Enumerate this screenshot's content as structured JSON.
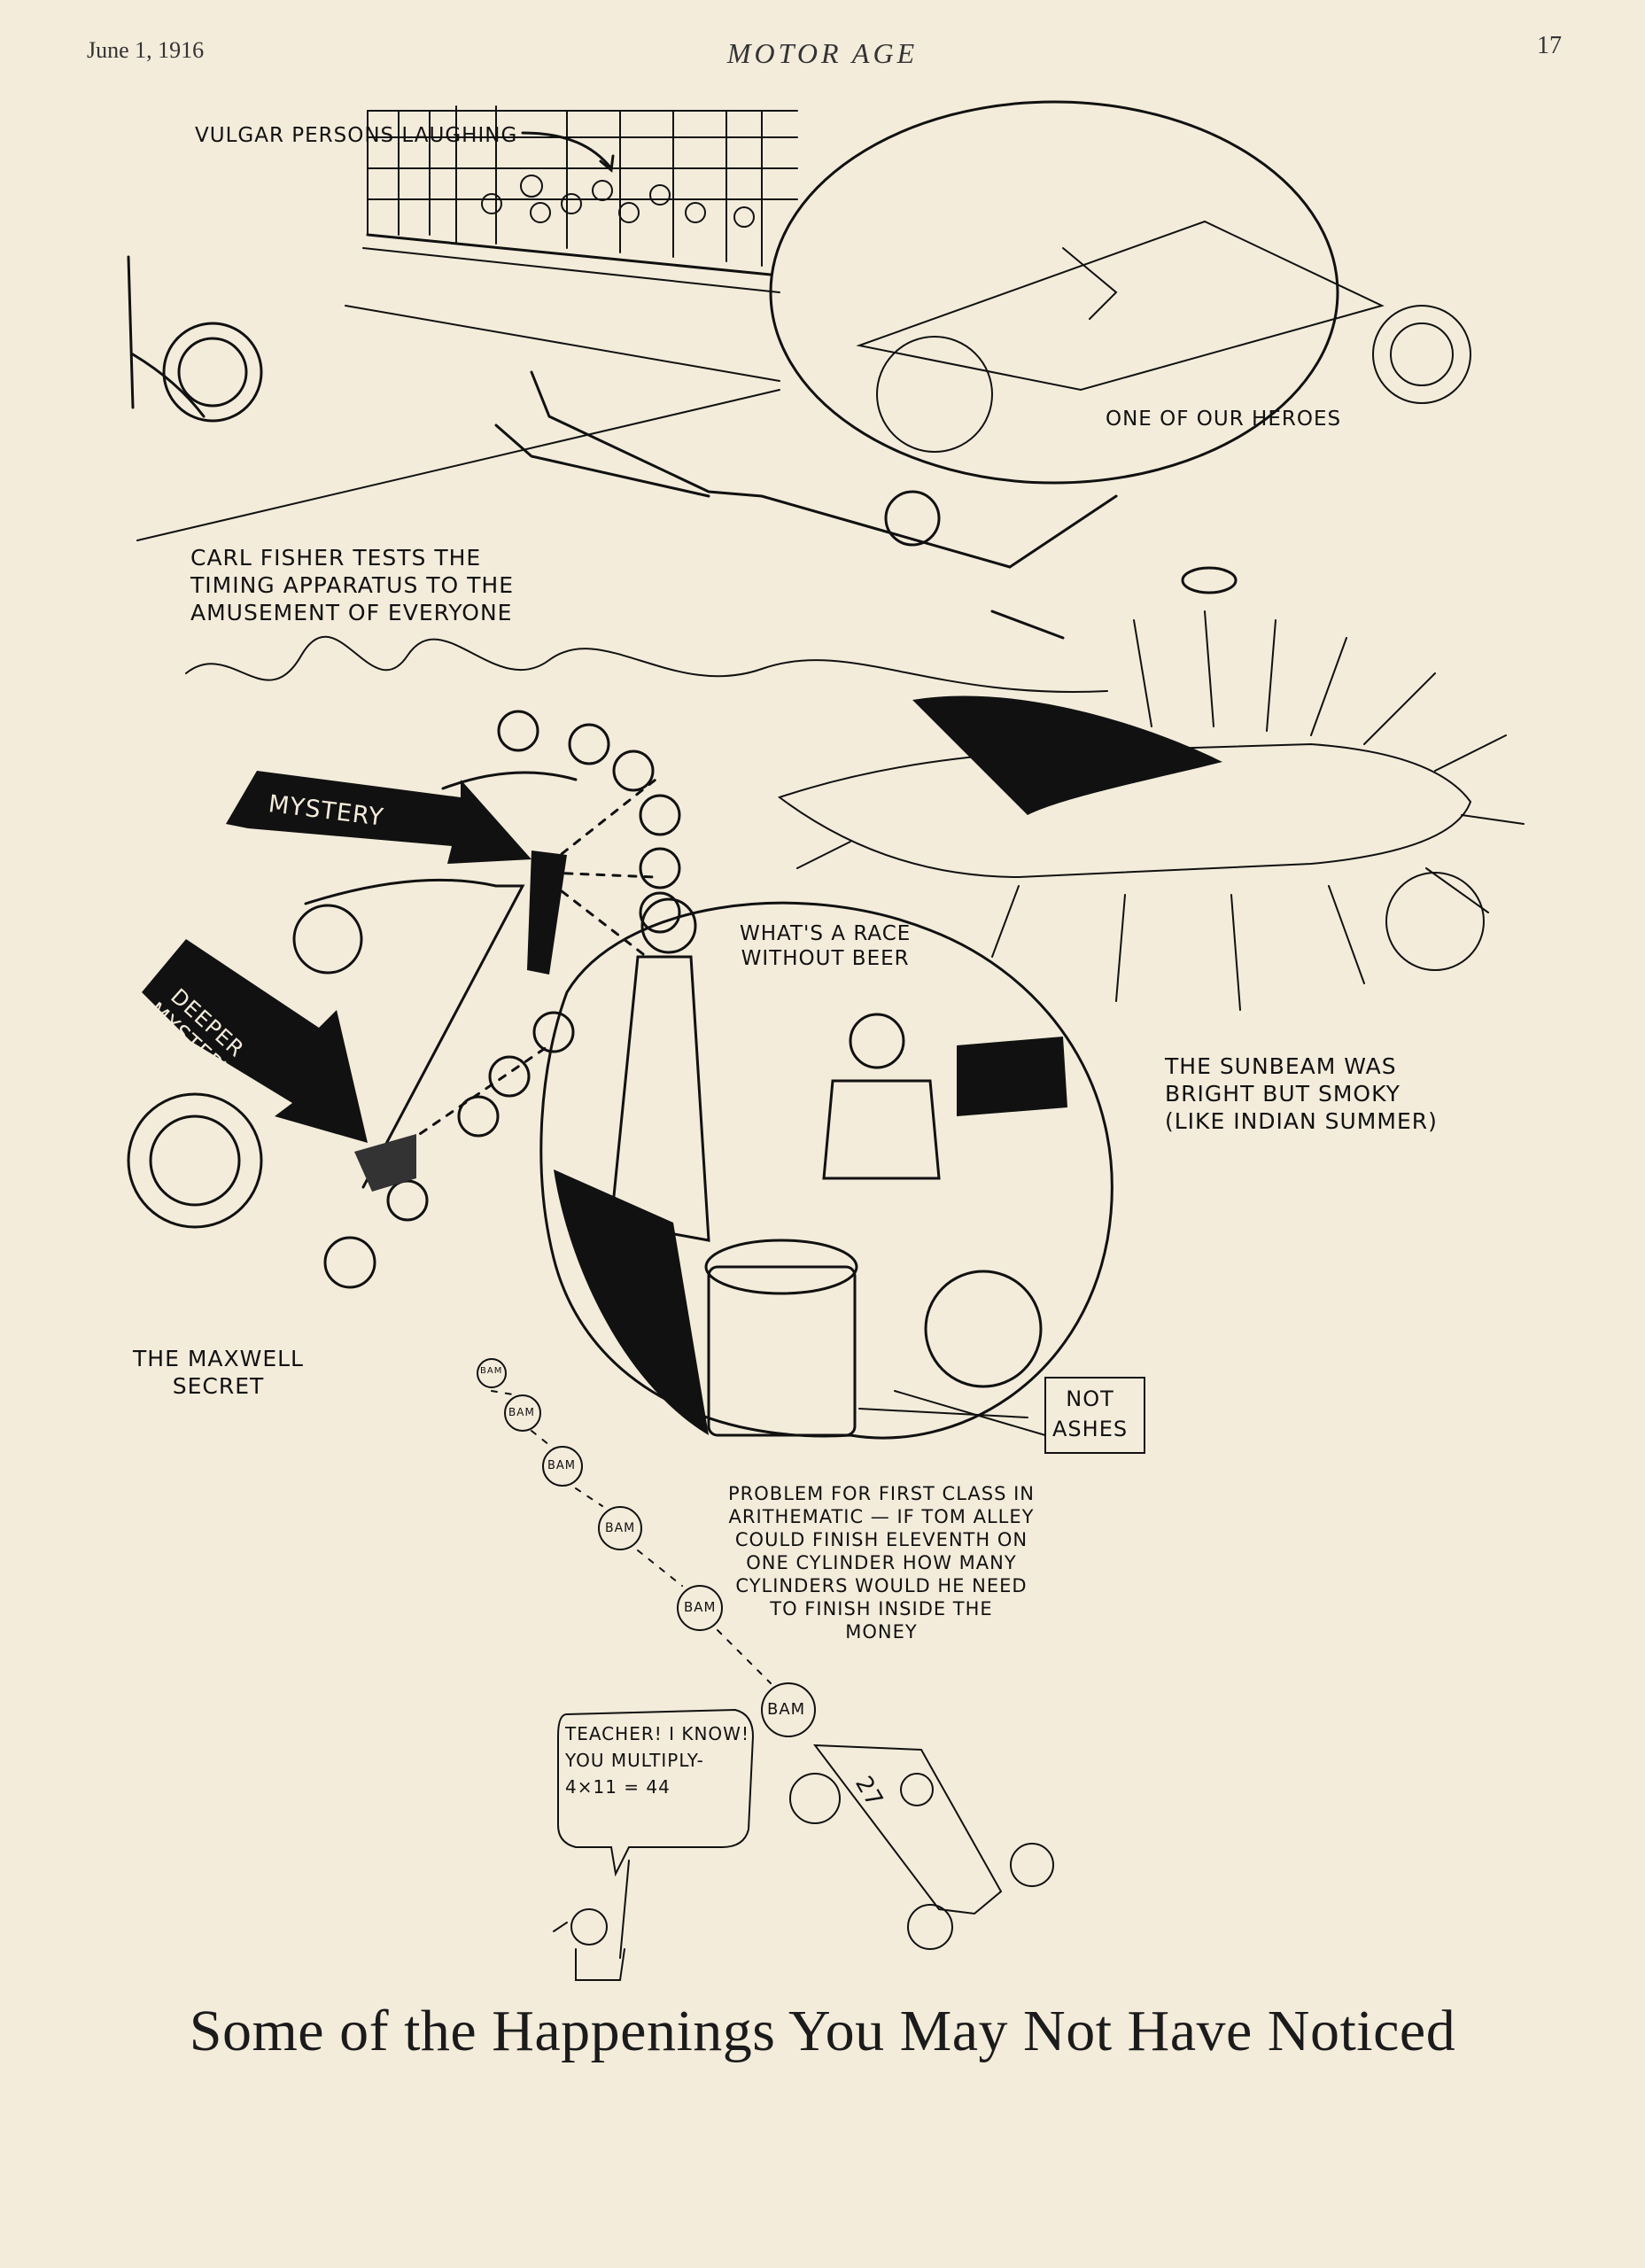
{
  "header": {
    "date": "June 1, 1916",
    "publication": "MOTOR AGE",
    "page_number": "17"
  },
  "captions": {
    "vulgar_persons": "VULGAR PERSONS LAUGHING",
    "one_of_our_heroes": "ONE OF OUR HEROES",
    "carl_fisher": "CARL FISHER  TESTS THE\nTIMING APPARATUS TO THE\nAMUSEMENT OF EVERYONE",
    "mystery": "MYSTERY",
    "deeper_mystery": "DEEPER\nMYSTERY",
    "race_without_beer": "WHAT'S A RACE\nWITHOUT BEER",
    "sunbeam": "THE SUNBEAM WAS\nBRIGHT BUT SMOKY\n(LIKE INDIAN SUMMER)",
    "maxwell_secret": "THE MAXWELL\nSECRET",
    "not_ashes": "NOT\nASHES",
    "problem": "PROBLEM FOR FIRST CLASS IN\nARITHEMATIC — IF TOM ALLEY\nCOULD FINISH ELEVENTH ON\nONE CYLINDER HOW MANY\nCYLINDERS WOULD HE NEED\nTO FINISH INSIDE THE\nMONEY",
    "teacher": "TEACHER! I KNOW!\nYOU MULTIPLY-\n4×11 = 44",
    "bam": "BAM",
    "car_number": "27"
  },
  "headline": "Some of the Happenings You May Not Have Noticed"
}
